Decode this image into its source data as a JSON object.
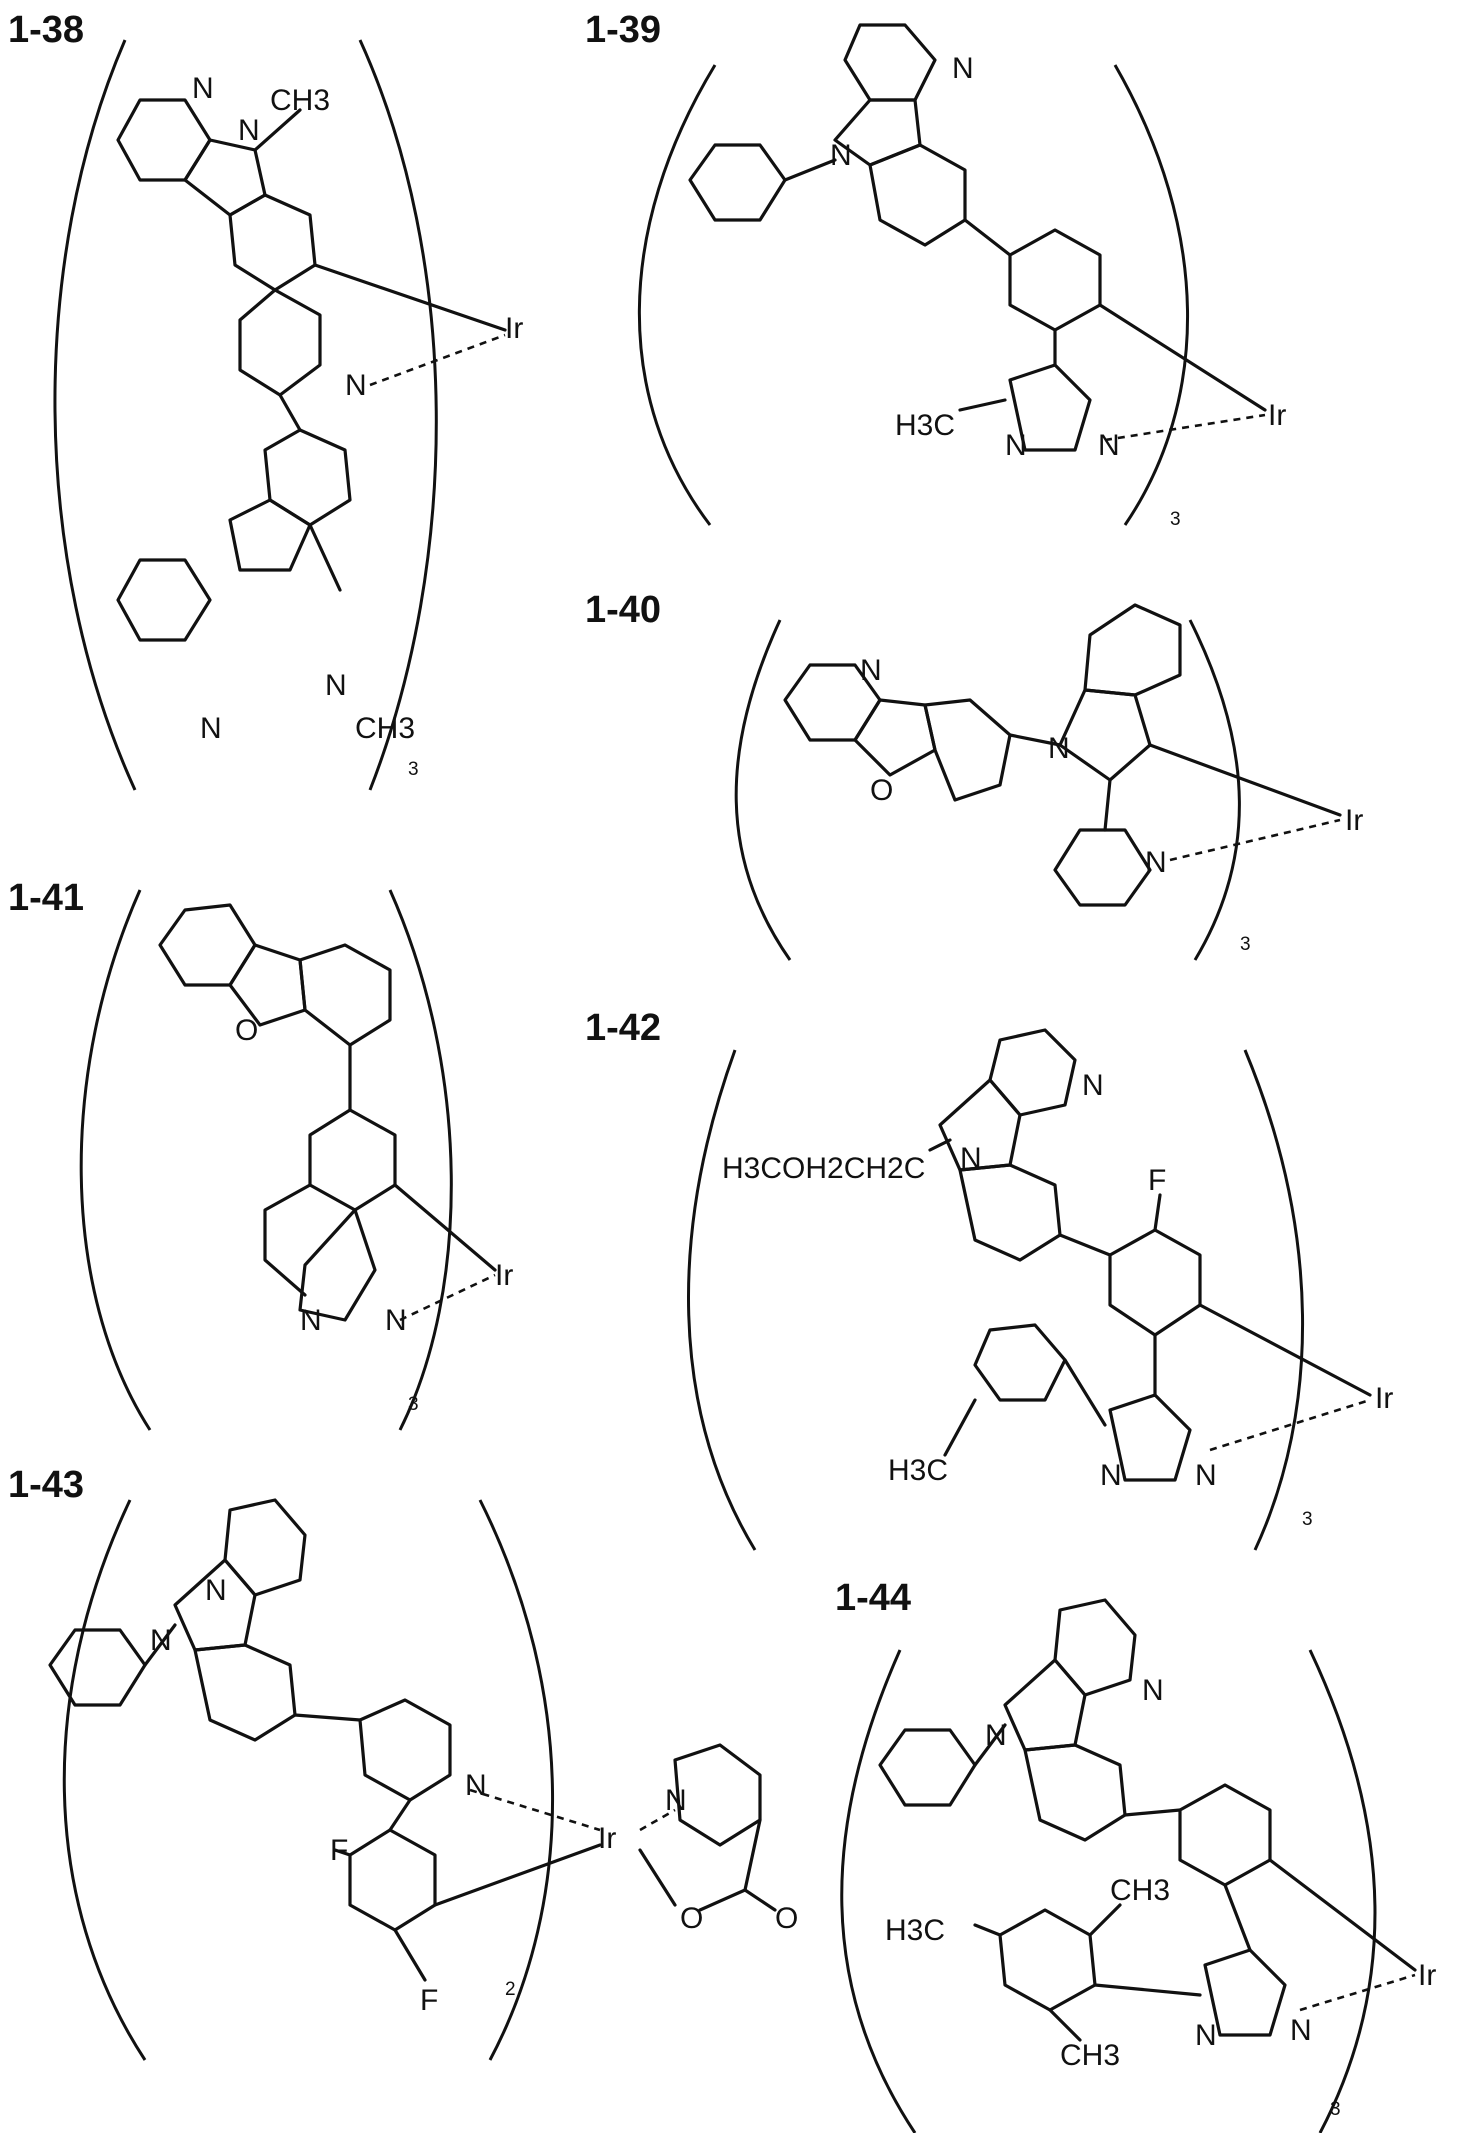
{
  "compounds": [
    {
      "id": "1-38",
      "metal": "Ir",
      "count": "3",
      "atoms": [
        "N",
        "N",
        "CH3",
        "N",
        "N",
        "N",
        "CH3"
      ]
    },
    {
      "id": "1-39",
      "metal": "Ir",
      "count": "3",
      "atoms": [
        "N",
        "N",
        "H3C",
        "N",
        "N"
      ]
    },
    {
      "id": "1-40",
      "metal": "Ir",
      "count": "3",
      "atoms": [
        "N",
        "O",
        "N",
        "N"
      ]
    },
    {
      "id": "1-41",
      "metal": "Ir",
      "count": "3",
      "atoms": [
        "O",
        "N",
        "N"
      ]
    },
    {
      "id": "1-42",
      "metal": "Ir",
      "count": "3",
      "atoms": [
        "N",
        "N",
        "H3COH2CH2C",
        "F",
        "H3C",
        "N",
        "N"
      ]
    },
    {
      "id": "1-43",
      "metal": "Ir",
      "count": "2",
      "atoms": [
        "N",
        "N",
        "N",
        "F",
        "F",
        "N",
        "O",
        "O"
      ]
    },
    {
      "id": "1-44",
      "metal": "Ir",
      "count": "3",
      "atoms": [
        "N",
        "N",
        "H3C",
        "CH3",
        "CH3",
        "N",
        "N"
      ]
    }
  ]
}
